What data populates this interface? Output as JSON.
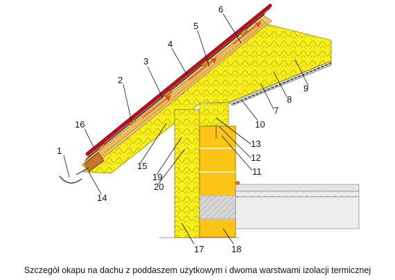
{
  "caption": "Szczegół okapu na dachu z poddaszem użytkowym i dwoma warstwami izolacji termicznej",
  "callouts": [
    {
      "id": "1",
      "label": "1"
    },
    {
      "id": "2",
      "label": "2"
    },
    {
      "id": "3",
      "label": "3"
    },
    {
      "id": "4",
      "label": "4"
    },
    {
      "id": "5",
      "label": "5"
    },
    {
      "id": "6",
      "label": "6"
    },
    {
      "id": "7",
      "label": "7"
    },
    {
      "id": "8",
      "label": "8"
    },
    {
      "id": "9",
      "label": "9"
    },
    {
      "id": "10",
      "label": "10"
    },
    {
      "id": "11",
      "label": "11"
    },
    {
      "id": "12",
      "label": "12"
    },
    {
      "id": "13",
      "label": "13"
    },
    {
      "id": "14",
      "label": "14"
    },
    {
      "id": "15",
      "label": "15"
    },
    {
      "id": "16",
      "label": "16"
    },
    {
      "id": "17",
      "label": "17"
    },
    {
      "id": "18",
      "label": "18"
    },
    {
      "id": "19",
      "label": "19"
    },
    {
      "id": "20",
      "label": "20"
    }
  ],
  "colors": {
    "insulation": "#f7ee1a",
    "insulation_line": "#9a9a1c",
    "timber": "#f0c86e",
    "timber_dark": "#c8922e",
    "tile": "#b3121c",
    "block": "#fcc414",
    "concrete": "#d9d9d9",
    "slab": "#eeeeee",
    "arrow": "#e8481c",
    "membrane": "#2a2a2a"
  }
}
